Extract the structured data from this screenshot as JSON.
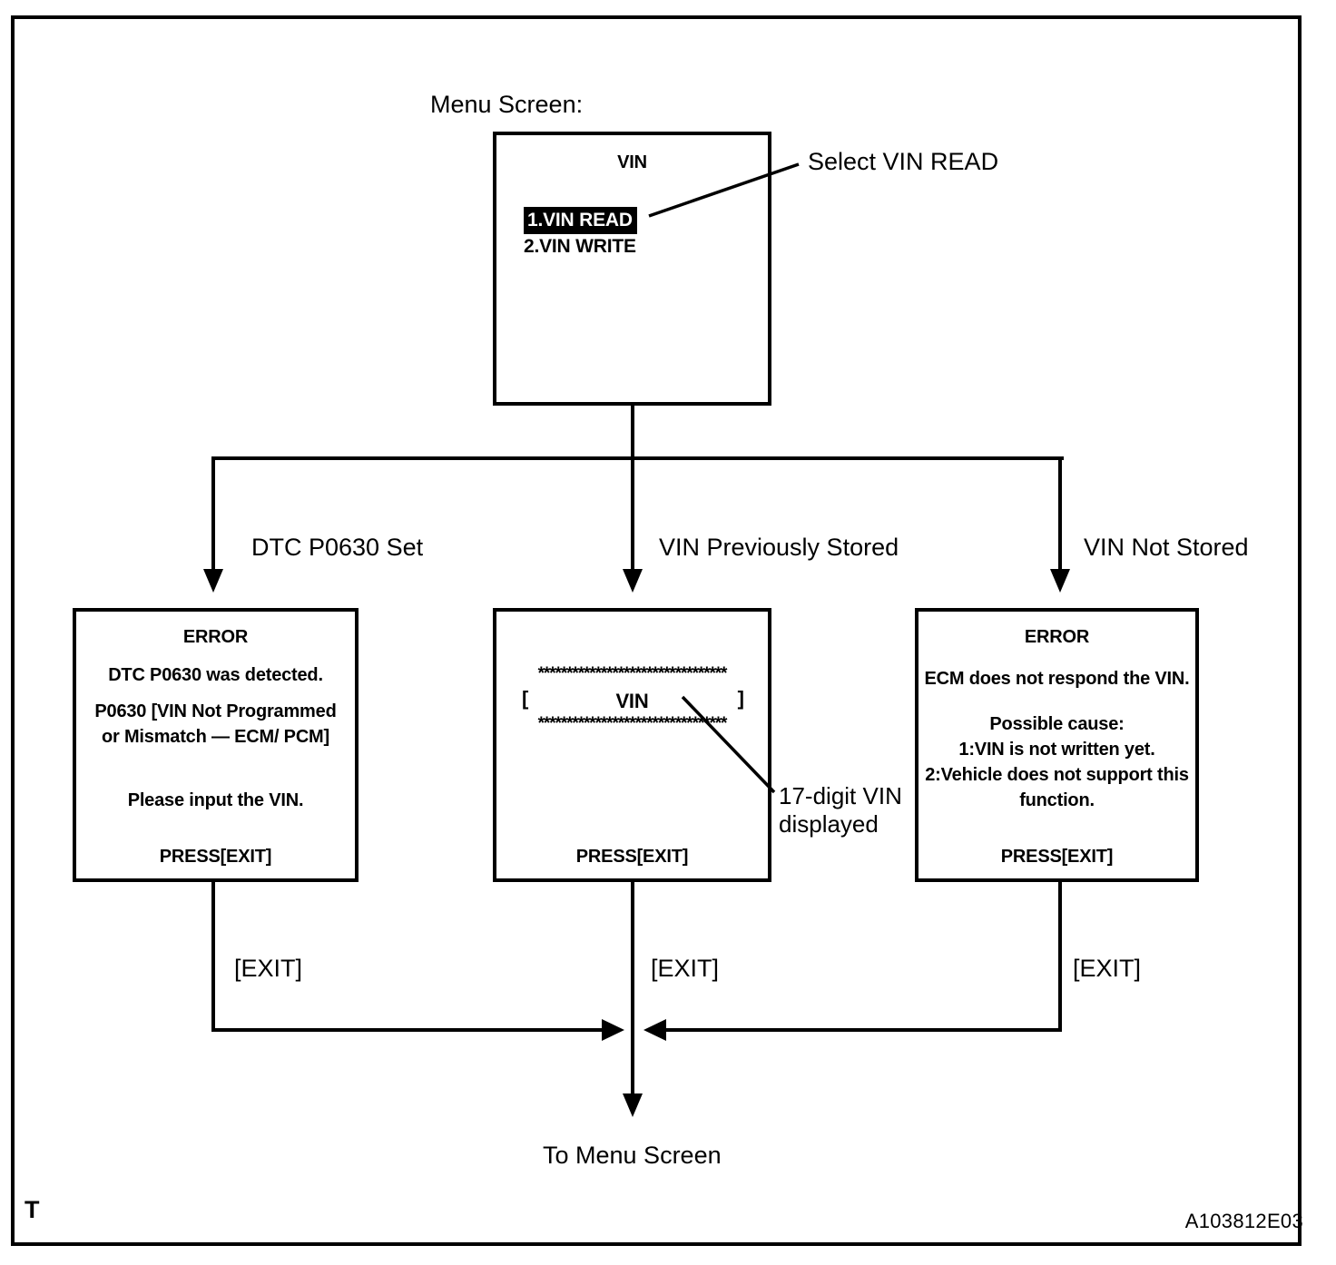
{
  "figure": {
    "caption_top": "Menu Screen:",
    "bottom_text": "To Menu Screen",
    "corner_mark": "T",
    "figure_code": "A103812E03",
    "colors": {
      "ink": "#000000",
      "paper": "#ffffff"
    }
  },
  "menu_screen": {
    "title": "VIN",
    "items": [
      {
        "label": "1.VIN READ",
        "selected": true
      },
      {
        "label": "2.VIN WRITE",
        "selected": false
      }
    ],
    "callout": "Select VIN READ"
  },
  "branches": [
    {
      "label": "DTC P0630 Set"
    },
    {
      "label": "VIN Previously Stored"
    },
    {
      "label": "VIN Not Stored"
    }
  ],
  "screens": {
    "dtc_error": {
      "title": "ERROR",
      "line1": "DTC P0630 was detected.",
      "line2": "P0630  [VIN Not Programmed",
      "line3": "or Mismatch — ECM/ PCM]",
      "line4": "Please input the VIN.",
      "footer": "PRESS[EXIT]"
    },
    "vin_display": {
      "stars_top": "*********************************",
      "bracket_open": "[",
      "vin_label": "VIN",
      "bracket_close": "]",
      "stars_bottom": "*********************************",
      "footer": "PRESS[EXIT]",
      "callout_line1": "17-digit VIN",
      "callout_line2": "displayed"
    },
    "no_vin_error": {
      "title": "ERROR",
      "line1": "ECM does not respond the VIN.",
      "line2": "Possible cause:",
      "line3": "1:VIN is not written yet.",
      "line4": "2:Vehicle does not support this",
      "line5": "function.",
      "footer": "PRESS[EXIT]"
    }
  },
  "exit_labels": {
    "left": "[EXIT]",
    "center": "[EXIT]",
    "right": "[EXIT]"
  }
}
